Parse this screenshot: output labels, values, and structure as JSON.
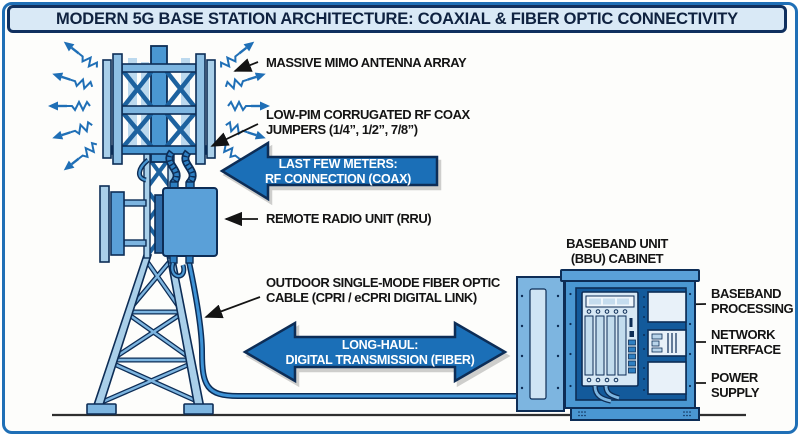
{
  "title": "MODERN 5G BASE STATION ARCHITECTURE: COAXIAL & FIBER OPTIC CONNECTIVITY",
  "callouts": {
    "mimo": [
      "MASSIVE MIMO ANTENNA ARRAY"
    ],
    "coax_jumpers": [
      "LOW-PIM CORRUGATED RF COAX",
      "JUMPERS (1/4”, 1/2”, 7/8”)"
    ],
    "rru": [
      "REMOTE RADIO UNIT (RRU)"
    ],
    "fiber_cable": [
      "OUTDOOR SINGLE-MODE FIBER OPTIC",
      "CABLE (CPRI / eCPRI DIGITAL LINK)"
    ],
    "bbu_cabinet": [
      "BASEBAND UNIT",
      "(BBU) CABINET"
    ],
    "baseband_processing": [
      "BASEBAND",
      "PROCESSING"
    ],
    "network_interface": [
      "NETWORK",
      "INTERFACE"
    ],
    "power_supply": [
      "POWER",
      "SUPPLY"
    ]
  },
  "flow_arrows": {
    "coax": [
      "LAST FEW METERS:",
      "RF CONNECTION (COAX)"
    ],
    "fiber": [
      "LONG-HAUL:",
      "DIGITAL TRANSMISSION (FIBER)"
    ]
  },
  "colors": {
    "accent_blue": "#1f6fb6",
    "navy_outline": "#0d2d56",
    "medium_blue": "#4a97d2",
    "light_blue": "#a9cfe9",
    "cabinet_interior": "#135a9b",
    "title_bg": "#d9e9f6",
    "title_border": "#10305f",
    "label_text": "#141414",
    "ground_line": "#2f2f2f"
  }
}
